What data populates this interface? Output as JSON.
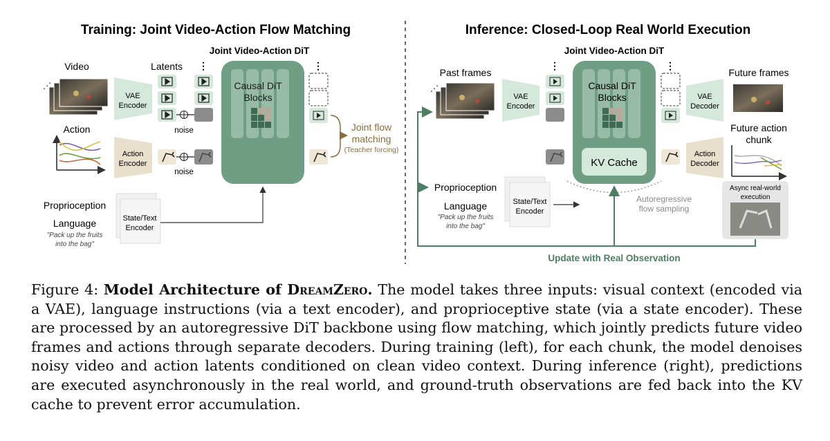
{
  "training": {
    "title": "Training: Joint Video-Action Flow Matching",
    "dit_title": "Joint Video-Action DiT",
    "video_label": "Video",
    "latents_label": "Latents",
    "action_label": "Action",
    "vae_encoder": [
      "VAE",
      "Encoder"
    ],
    "action_encoder": [
      "Action",
      "Encoder"
    ],
    "noise_label": "noise",
    "dit_block": [
      "Causal DiT",
      "Blocks"
    ],
    "joint_flow": [
      "Joint flow",
      "matching"
    ],
    "teacher_forcing": "(Teacher forcing)",
    "proprioception": "Proprioception",
    "language": "Language",
    "instruction": [
      "\"Pack up the fruits",
      "into the bag\""
    ],
    "state_text_encoder": [
      "State/Text",
      "Encoder"
    ]
  },
  "inference": {
    "title": "Inference: Closed-Loop Real World Execution",
    "dit_title": "Joint Video-Action DiT",
    "past_frames": "Past frames",
    "future_frames": "Future frames",
    "vae_encoder": [
      "VAE",
      "Encoder"
    ],
    "vae_decoder": [
      "VAE",
      "Decoder"
    ],
    "dit_block": [
      "Causal DiT",
      "Blocks"
    ],
    "kv_cache": "KV Cache",
    "future_action": [
      "Future action",
      "chunk"
    ],
    "action_decoder": [
      "Action",
      "Decoder"
    ],
    "async_exec": [
      "Async real-world",
      "execution"
    ],
    "autoregressive": [
      "Autoregressive",
      "flow sampling"
    ],
    "proprioception": "Proprioception",
    "language": "Language",
    "instruction": [
      "\"Pack up the fruits",
      "into the bag\""
    ],
    "state_text_encoder": [
      "State/Text",
      "Encoder"
    ],
    "update": "Update with Real Observation"
  },
  "caption": {
    "label": "Figure 4:",
    "bold_title_prefix": "Model Architecture of",
    "model_name": "DreamZero.",
    "text": "The model takes three inputs: visual context (encoded via a VAE), language instructions (via a text encoder), and proprioceptive state (via a state encoder). These are processed by an autoregressive DiT backbone using flow matching, which jointly predicts future video frames and actions through separate decoders. During training (left), for each chunk, the model denoises noisy video and action latents conditioned on clean video context. During inference (right), predictions are executed asynchronously in the real world, and ground-truth observations are fed back into the KV cache to prevent error accumulation."
  },
  "colors": {
    "dit_green": "#6f9e84",
    "dark_green": "#4d7e63",
    "light_green": "#d5e8dc",
    "encoder_beige": "#e8dfcc",
    "brown_text": "#8a6d3b"
  }
}
